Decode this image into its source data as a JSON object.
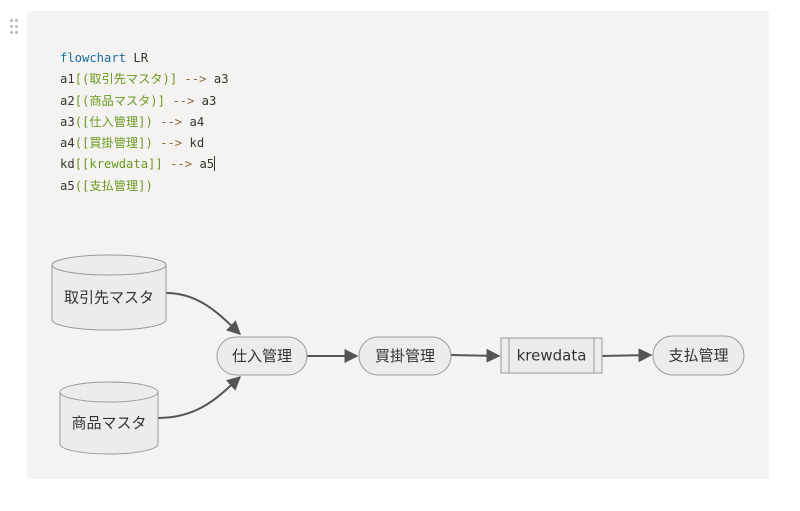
{
  "code_lines": [
    [
      {
        "t": "flowchart",
        "c": "kw"
      },
      {
        "t": " LR",
        "c": ""
      }
    ],
    [
      {
        "t": "a1",
        "c": ""
      },
      {
        "t": "[(取引先マスタ)]",
        "c": "gr"
      },
      {
        "t": " --> ",
        "c": "op"
      },
      {
        "t": "a3",
        "c": ""
      }
    ],
    [
      {
        "t": "a2",
        "c": ""
      },
      {
        "t": "[(商品マスタ)]",
        "c": "gr"
      },
      {
        "t": " --> ",
        "c": "op"
      },
      {
        "t": "a3",
        "c": ""
      }
    ],
    [
      {
        "t": "a3",
        "c": ""
      },
      {
        "t": "([仕入管理])",
        "c": "gr"
      },
      {
        "t": " --> ",
        "c": "op"
      },
      {
        "t": "a4",
        "c": ""
      }
    ],
    [
      {
        "t": "a4",
        "c": ""
      },
      {
        "t": "([買掛管理])",
        "c": "gr"
      },
      {
        "t": " --> ",
        "c": "op"
      },
      {
        "t": "kd",
        "c": ""
      }
    ],
    [
      {
        "t": "kd",
        "c": ""
      },
      {
        "t": "[[krewdata]]",
        "c": "gr"
      },
      {
        "t": " --> ",
        "c": "op"
      },
      {
        "t": "a5",
        "c": ""
      }
    ],
    [
      {
        "t": "a5",
        "c": ""
      },
      {
        "t": "([支払管理])",
        "c": "gr"
      }
    ]
  ],
  "caret_line": 5,
  "diagram": {
    "nodes": {
      "a1": {
        "label": "取引先マスタ",
        "shape": "cylinder"
      },
      "a2": {
        "label": "商品マスタ",
        "shape": "cylinder"
      },
      "a3": {
        "label": "仕入管理",
        "shape": "stadium"
      },
      "a4": {
        "label": "買掛管理",
        "shape": "stadium"
      },
      "kd": {
        "label": "krewdata",
        "shape": "subroutine"
      },
      "a5": {
        "label": "支払管理",
        "shape": "stadium"
      }
    },
    "edges": [
      {
        "from": "a1",
        "to": "a3"
      },
      {
        "from": "a2",
        "to": "a3"
      },
      {
        "from": "a3",
        "to": "a4"
      },
      {
        "from": "a4",
        "to": "kd"
      },
      {
        "from": "kd",
        "to": "a5"
      }
    ],
    "colors": {
      "fill": "#ececec",
      "stroke": "#9a9a9a",
      "edge": "#555555",
      "text": "#333333"
    }
  },
  "colors": {
    "block_bg": "#f4f3f2",
    "keyword": "#1a6f9b",
    "bracket": "#6a9a1f",
    "arrow_op": "#8c6a3c"
  }
}
